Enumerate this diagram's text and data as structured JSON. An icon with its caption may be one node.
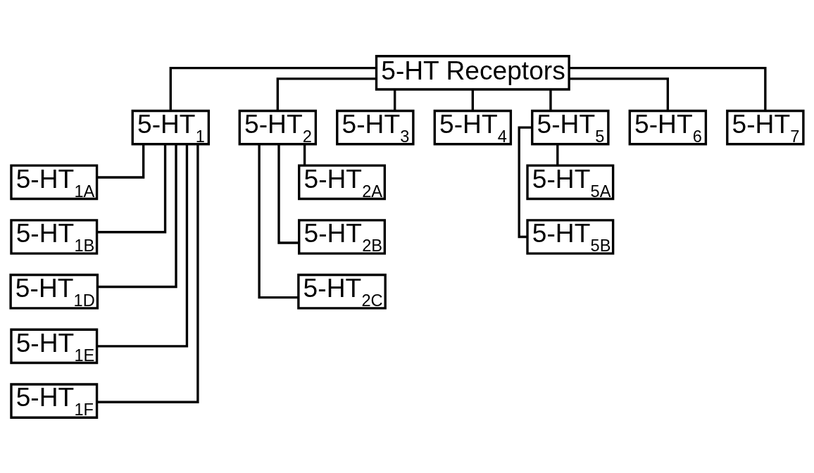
{
  "diagram": {
    "nodes": [
      {
        "text": [
          "5-HT Receptors"
        ]
      },
      {
        "text": [
          "5-HT$_{1}$"
        ]
      },
      {
        "text": [
          "5-HT$_{2}$"
        ]
      },
      {
        "text": [
          "5-HT$_{3}$"
        ]
      },
      {
        "text": [
          "5-HT$_{4}$"
        ]
      },
      {
        "text": [
          "5-HT$_{5}$"
        ]
      },
      {
        "text": [
          "5-HT$_{6}$"
        ]
      },
      {
        "text": [
          "5-HT$_{7}$"
        ]
      },
      {
        "text": [
          "5-HT$_{1A}$"
        ]
      },
      {
        "text": [
          "5-HT$_{1B}$"
        ]
      },
      {
        "text": [
          "5-HT$_{1D}$"
        ]
      },
      {
        "text": [
          "5-HT$_{1E}$"
        ]
      },
      {
        "text": [
          "5-HT$_{1F}$"
        ]
      },
      {
        "text": [
          "5-HT$_{2A}$"
        ]
      },
      {
        "text": [
          "5-HT$_{2B}$"
        ]
      },
      {
        "text": [
          "5-HT$_{2C}$"
        ]
      },
      {
        "text": [
          "5-HT$_{5A}$"
        ]
      },
      {
        "text": [
          "5-HT$_{5B}$"
        ]
      }
    ],
    "edges": [
      {
        "from": 0,
        "to": 1,
        "arrow": "none"
      },
      {
        "from": 0,
        "to": 2,
        "arrow": "none"
      },
      {
        "from": 0,
        "to": 3,
        "arrow": "none"
      },
      {
        "from": 0,
        "to": 4,
        "arrow": "none"
      },
      {
        "from": 0,
        "to": 5,
        "arrow": "none"
      },
      {
        "from": 0,
        "to": 6,
        "arrow": "none"
      },
      {
        "from": 0,
        "to": 7,
        "arrow": "none"
      },
      {
        "from": 1,
        "to": 8,
        "arrow": "none"
      },
      {
        "from": 1,
        "to": 9,
        "arrow": "none"
      },
      {
        "from": 1,
        "to": 10,
        "arrow": "none"
      },
      {
        "from": 1,
        "to": 11,
        "arrow": "none"
      },
      {
        "from": 1,
        "to": 12,
        "arrow": "none"
      },
      {
        "from": 2,
        "to": 13,
        "arrow": "none"
      },
      {
        "from": 2,
        "to": 14,
        "arrow": "none"
      },
      {
        "from": 2,
        "to": 15,
        "arrow": "none"
      },
      {
        "from": 5,
        "to": 16,
        "arrow": "none"
      },
      {
        "from": 5,
        "to": 17,
        "arrow": "none"
      }
    ]
  }
}
